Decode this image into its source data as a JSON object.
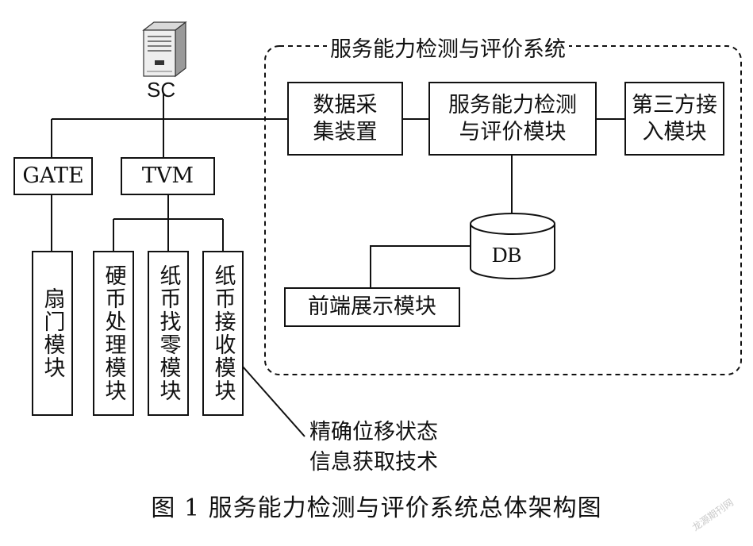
{
  "server": {
    "icon": "server-icon",
    "label": "SC"
  },
  "system": {
    "title": "服务能力检测与评价系统"
  },
  "nodes": {
    "gate": "GATE",
    "tvm": "TVM",
    "fan_door": "扇门模块",
    "coin": "硬币处理模块",
    "note_change": "纸币找零模块",
    "note_receive": "纸币接收模块",
    "collector": "数据采集装置",
    "eval_line1": "服务能力检测",
    "eval_line2": "与评价模块",
    "third_line1": "第三方接",
    "third_line2": "入模块",
    "db": "DB",
    "frontend": "前端展示模块"
  },
  "annotation": {
    "line1": "精确位移状态",
    "line2": "信息获取技术"
  },
  "caption": "图 1   服务能力检测与评价系统总体架构图",
  "watermark": "龙源期刊网"
}
